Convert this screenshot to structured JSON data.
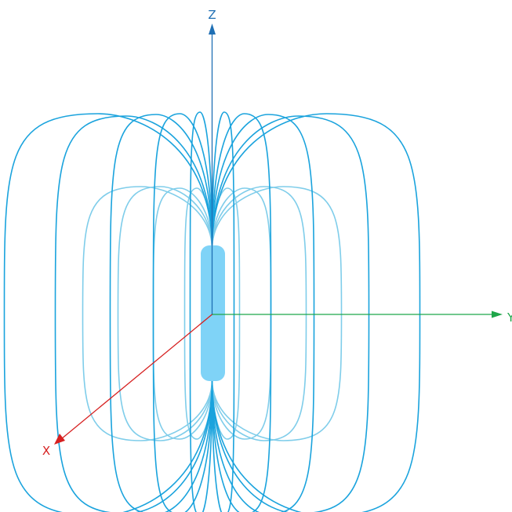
{
  "axes": {
    "z": {
      "label": "Z",
      "color": "#1f6fb4"
    },
    "y": {
      "label": "Y",
      "color": "#1fa64a"
    },
    "x": {
      "label": "X",
      "color": "#d62020"
    }
  },
  "colors": {
    "outer_lines": "#1aa3dd",
    "inner_lines": "#7fcdea",
    "magnet_fill": "#7fd3f7",
    "background": "#ffffff"
  },
  "field_lines": {
    "outer_count": 10,
    "inner_count": 8
  }
}
